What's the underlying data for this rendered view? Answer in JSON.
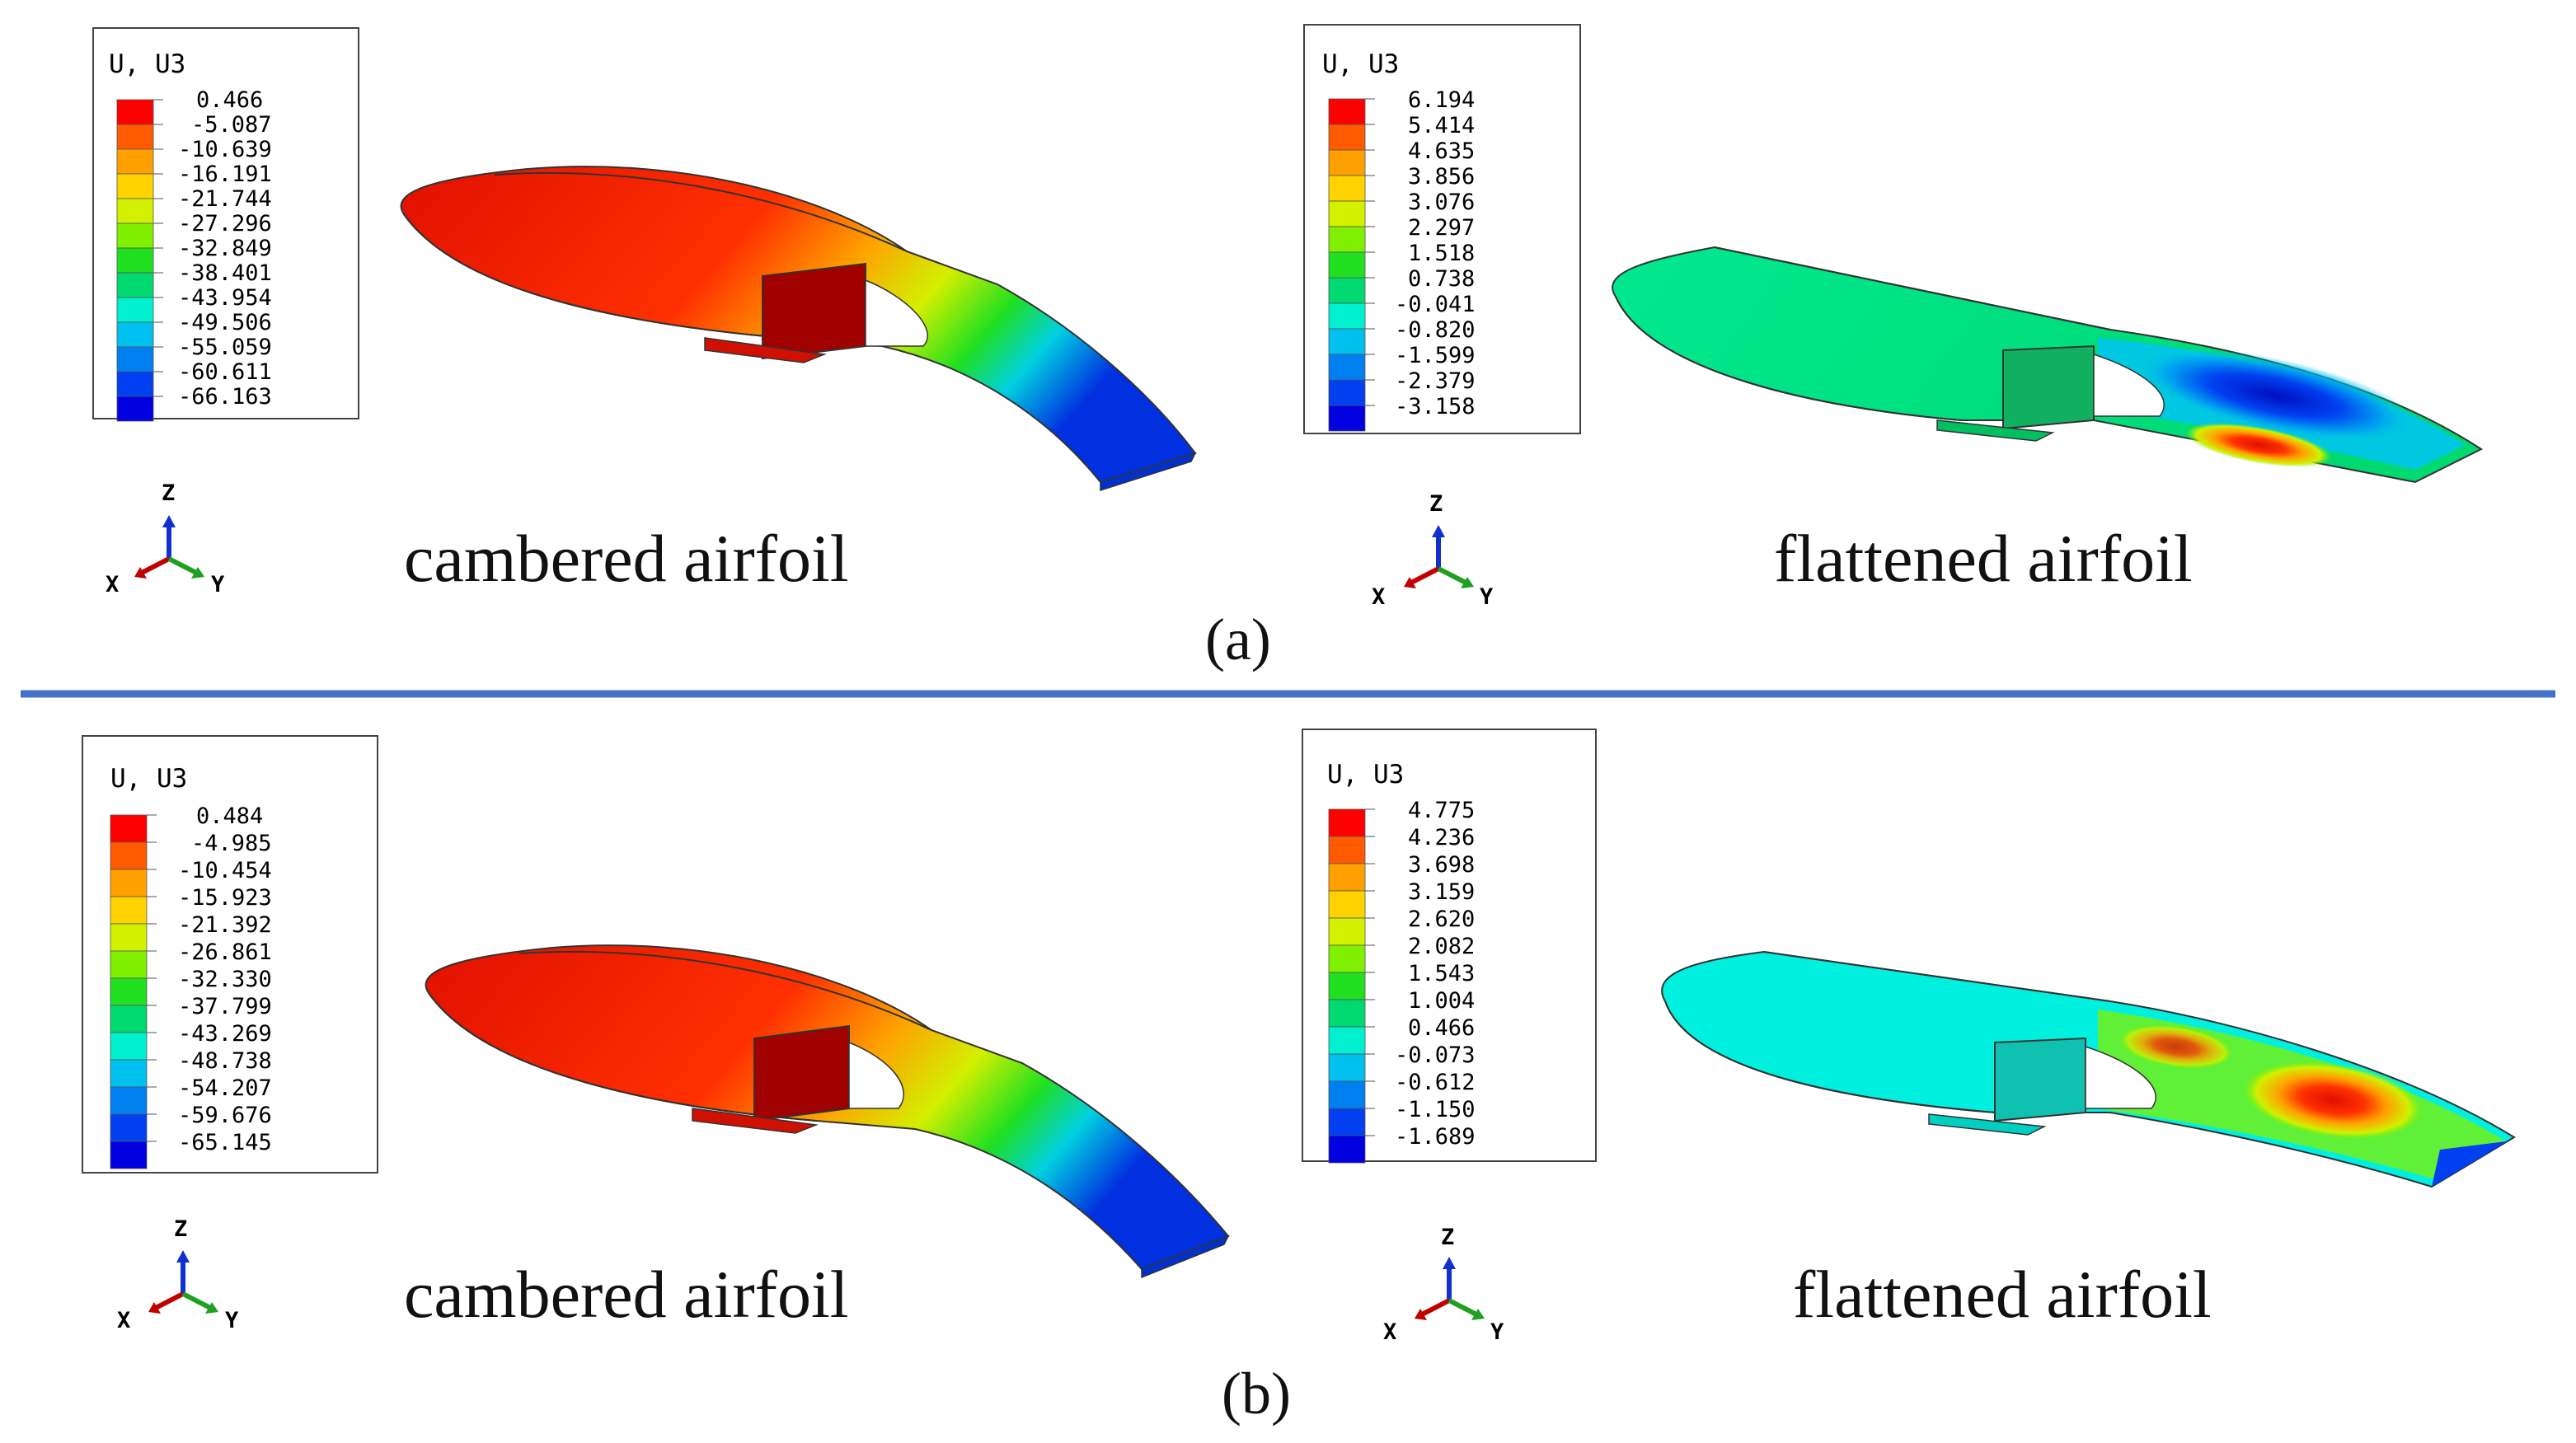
{
  "panels": [
    {
      "label": "(a)",
      "left": {
        "caption": "cambered airfoil",
        "legend": {
          "title": "U, U3",
          "values": [
            "0.466",
            "-5.087",
            "-10.639",
            "-16.191",
            "-21.744",
            "-27.296",
            "-32.849",
            "-38.401",
            "-43.954",
            "-49.506",
            "-55.059",
            "-60.611",
            "-66.163"
          ]
        },
        "triad": {
          "x": "X",
          "y": "Y",
          "z": "Z"
        }
      },
      "right": {
        "caption": "flattened airfoil",
        "legend": {
          "title": "U, U3",
          "values": [
            "6.194",
            "5.414",
            "4.635",
            "3.856",
            "3.076",
            "2.297",
            "1.518",
            "0.738",
            "-0.041",
            "-0.820",
            "-1.599",
            "-2.379",
            "-3.158"
          ]
        },
        "triad": {
          "x": "X",
          "y": "Y",
          "z": "Z"
        }
      }
    },
    {
      "label": "(b)",
      "left": {
        "caption": "cambered airfoil",
        "legend": {
          "title": "U, U3",
          "values": [
            "0.484",
            "-4.985",
            "-10.454",
            "-15.923",
            "-21.392",
            "-26.861",
            "-32.330",
            "-37.799",
            "-43.269",
            "-48.738",
            "-54.207",
            "-59.676",
            "-65.145"
          ]
        },
        "triad": {
          "x": "X",
          "y": "Y",
          "z": "Z"
        }
      },
      "right": {
        "caption": "flattened airfoil",
        "legend": {
          "title": "U, U3",
          "values": [
            "4.775",
            "4.236",
            "3.698",
            "3.159",
            "2.620",
            "2.082",
            "1.543",
            "1.004",
            "0.466",
            "-0.073",
            "-0.612",
            "-1.150",
            "-1.689"
          ]
        },
        "triad": {
          "x": "X",
          "y": "Y",
          "z": "Z"
        }
      }
    }
  ],
  "colormap": [
    "#ff0000",
    "#ff5a00",
    "#ffa000",
    "#ffd200",
    "#d2f000",
    "#80f000",
    "#20e020",
    "#00d870",
    "#00f0d0",
    "#00c0f0",
    "#0080f0",
    "#0040f0",
    "#0000e0"
  ],
  "colors": {
    "separator": "#4472c4",
    "axis_x": "#c00000",
    "axis_y": "#20a020",
    "axis_z": "#1030d0"
  }
}
